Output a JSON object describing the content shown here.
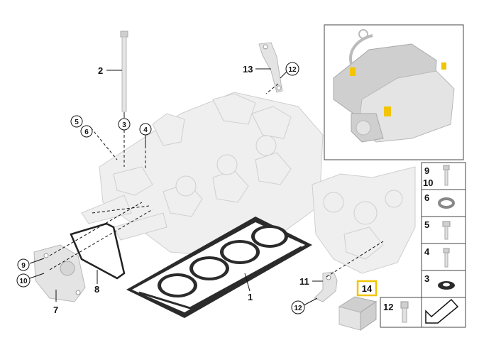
{
  "callouts": {
    "c1": "1",
    "c2": "2",
    "c3": "3",
    "c4": "4",
    "c5": "5",
    "c6": "6",
    "c7": "7",
    "c8": "8",
    "c9": "9",
    "c10": "10",
    "c11": "11",
    "c12a": "12",
    "c12b": "12",
    "c13": "13",
    "c14": "14"
  },
  "legend": {
    "r1a": "9",
    "r1b": "10",
    "r2": "6",
    "r3": "5",
    "r4": "4",
    "r5": "3",
    "r6": "12"
  },
  "colors": {
    "highlight": "#f2c500",
    "line": "#111111"
  }
}
